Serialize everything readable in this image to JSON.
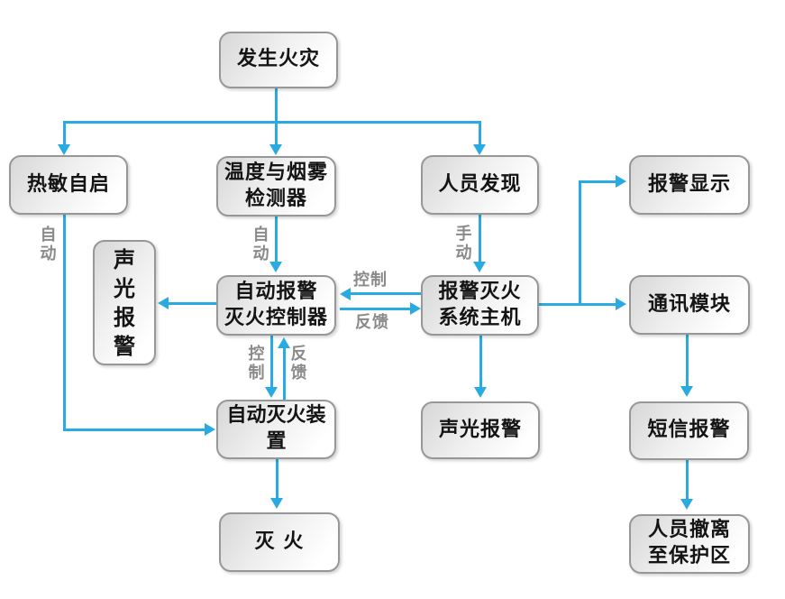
{
  "title": "fire-alarm-and-extinguishing-system-flowchart",
  "colors": {
    "arrow": "#29ABE2",
    "edge_label": "#8A8A8A",
    "node_border": "#979797",
    "node_text": "#141414"
  },
  "nodes": {
    "fire_occurs": "发生火灾",
    "thermal_autostart": "热敏自启",
    "temp_smoke_detector": "温度与烟雾\n检测器",
    "personnel_discovery": "人员发现",
    "alarm_display": "报警显示",
    "sound_light_alarm_left": "声光报警",
    "auto_alarm_controller": "自动报警\n灭火控制器",
    "alarm_system_host": "报警灭火\n系统主机",
    "comm_module": "通讯模块",
    "auto_extinguish_device": "自动灭火装置",
    "sound_light_alarm_bottom": "声光报警",
    "sms_alarm": "短信报警",
    "extinguish": "灭 火",
    "evacuate_protected_area": "人员撤离\n至保护区"
  },
  "edge_labels": {
    "auto_left": "自动",
    "auto_mid": "自动",
    "manual": "手动",
    "control_horizontal": "控制",
    "feedback_horizontal": "反馈",
    "control_vertical": "控制",
    "feedback_vertical": "反馈"
  }
}
